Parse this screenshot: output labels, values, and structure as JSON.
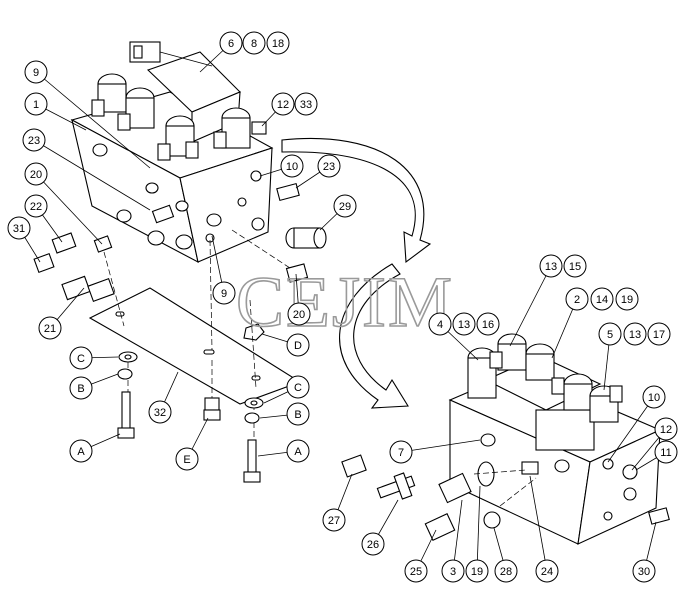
{
  "watermark": "CEJIM",
  "callouts": [
    {
      "id": "c-6",
      "label": "6"
    },
    {
      "id": "c-8",
      "label": "8"
    },
    {
      "id": "c-18a",
      "label": "18"
    },
    {
      "id": "c-9a",
      "label": "9"
    },
    {
      "id": "c-1",
      "label": "1"
    },
    {
      "id": "c-12a",
      "label": "12"
    },
    {
      "id": "c-33",
      "label": "33"
    },
    {
      "id": "c-23a",
      "label": "23"
    },
    {
      "id": "c-10a",
      "label": "10"
    },
    {
      "id": "c-23b",
      "label": "23"
    },
    {
      "id": "c-20a",
      "label": "20"
    },
    {
      "id": "c-22",
      "label": "22"
    },
    {
      "id": "c-29",
      "label": "29"
    },
    {
      "id": "c-31",
      "label": "31"
    },
    {
      "id": "c-21",
      "label": "21"
    },
    {
      "id": "c-9b",
      "label": "9"
    },
    {
      "id": "c-20b",
      "label": "20"
    },
    {
      "id": "c-D",
      "label": "D"
    },
    {
      "id": "c-Ca",
      "label": "C"
    },
    {
      "id": "c-Ba",
      "label": "B"
    },
    {
      "id": "c-32",
      "label": "32"
    },
    {
      "id": "c-Aa",
      "label": "A"
    },
    {
      "id": "c-E",
      "label": "E"
    },
    {
      "id": "c-Cb",
      "label": "C"
    },
    {
      "id": "c-Bb",
      "label": "B"
    },
    {
      "id": "c-Ab",
      "label": "A"
    },
    {
      "id": "c-13a",
      "label": "13"
    },
    {
      "id": "c-15",
      "label": "15"
    },
    {
      "id": "c-2",
      "label": "2"
    },
    {
      "id": "c-14",
      "label": "14"
    },
    {
      "id": "c-19a",
      "label": "19"
    },
    {
      "id": "c-4",
      "label": "4"
    },
    {
      "id": "c-13b",
      "label": "13"
    },
    {
      "id": "c-16",
      "label": "16"
    },
    {
      "id": "c-5",
      "label": "5"
    },
    {
      "id": "c-13c",
      "label": "13"
    },
    {
      "id": "c-17",
      "label": "17"
    },
    {
      "id": "c-10b",
      "label": "10"
    },
    {
      "id": "c-12b",
      "label": "12"
    },
    {
      "id": "c-11",
      "label": "11"
    },
    {
      "id": "c-7",
      "label": "7"
    },
    {
      "id": "c-27",
      "label": "27"
    },
    {
      "id": "c-26",
      "label": "26"
    },
    {
      "id": "c-25",
      "label": "25"
    },
    {
      "id": "c-3",
      "label": "3"
    },
    {
      "id": "c-19b",
      "label": "19"
    },
    {
      "id": "c-28",
      "label": "28"
    },
    {
      "id": "c-24",
      "label": "24"
    },
    {
      "id": "c-30",
      "label": "30"
    }
  ]
}
